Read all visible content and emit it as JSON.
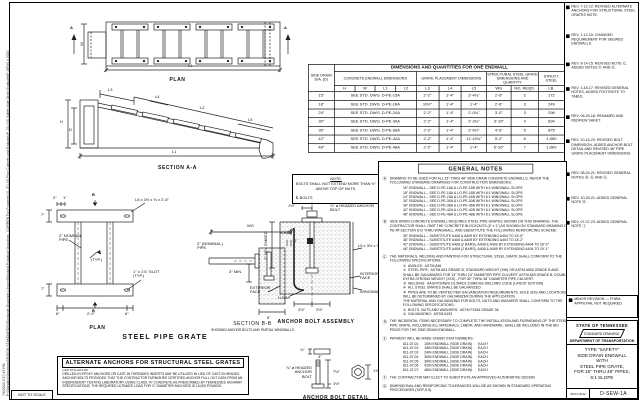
{
  "sheet": {
    "scale_note": "NOT TO SCALE",
    "margin_text_line1": "7/6/2023  2:57:49 PM",
    "margin_text_line2": "P:\\Standard Drawings\\DESIGN STANDARDS\\Standards Drawings Library\\Standard Roadway Drawings - CURRENT\\In Progress\\10-151-00 Pipe Culverts and Endwalls\\P-151 GS Safety Side Drain Endwalls\\P-SEW1a 2020"
  },
  "views": {
    "plan": {
      "caption": "PLAN",
      "section_letter": "A",
      "dims": {
        "w": "W",
        "l1": "L1"
      }
    },
    "section_aa": {
      "caption": "SECTION A-A",
      "dims": {
        "l3": "L3",
        "l4": "L4",
        "l2": "L2",
        "l5": "L5",
        "h": "H",
        "d": "D",
        "l1": "L1"
      }
    },
    "note_box": {
      "title": "NOTE:",
      "body": "BOLTS SHALL NOT EXTEND MORE THAN ½\" ABOVE TOP OF NUTS."
    },
    "grate_plan": {
      "caption": "PLAN",
      "section_letter": "B",
      "dims": {
        "d2": "2\"",
        "d1": "1\"",
        "angle": "L5 x 3½ x ⅜ x 2'-6\"",
        "pipe": "2\" NOMINAL PIPE",
        "slot": "1\" x 1⅞\" SLOT (TYP.)",
        "weld": "(TYP.)",
        "d7a": "7\"",
        "d7b": "7\"",
        "d6a": "6\"",
        "d20": "2'-0\"",
        "d6b": "6\""
      }
    },
    "section_bb": {
      "caption": "SECTION B-B",
      "subcaption": "SHOWING ANCHOR BOLTS AND PARTIAL WINGWALLS",
      "dims": {
        "wg": "WG",
        "d1": "1\"",
        "pipe": "2\" (NOMINAL) PIPE",
        "min3": "3\" MIN.",
        "d6": "6\""
      }
    },
    "steel_pipe_grate_title": "STEEL PIPE GRATE",
    "anchor_assembly": {
      "caption": "ANCHOR BOLT ASSEMBLY",
      "labels": {
        "cl_bolts": "℄ BOLTS",
        "bolt": "⅞\" ø HEADED ANCHOR BOLT",
        "d15": "1½\"",
        "embed": "2\" MIN. EMBED",
        "abar": "A-BAR",
        "angle": "L5 x 3½ x ⅜",
        "ext": "EXTERIOR FACE",
        "int": "INTERIOR FACE",
        "wall": "WINGWALL",
        "hbar": "H-BAR",
        "d25a": "2½\"",
        "d25b": "2½\""
      }
    },
    "anchor_detail": {
      "caption": "ANCHOR BOLT DETAIL",
      "labels": {
        "d34": "¾\"",
        "d3": "3\"",
        "bolt": "⅞\" ø HEADED ANCHOR BOLT",
        "d75": "7½\"",
        "d15": "1½\"",
        "d138": "1⅜\""
      }
    }
  },
  "table": {
    "title": "DIMENSIONS AND QUANTITIES FOR ONE ENDWALL",
    "col_dia": "SIDE DRAIN DIA. (D)",
    "grp_concrete": "CONCRETE ENDWALL DIMENSIONS",
    "grp_grate": "GRATE PLACEMENT DIMENSIONS",
    "grp_steel": "STRUCTURAL STEEL GRATE DIMENSIONS AND QUANTITY",
    "grp_struct": "STRUCT. STEEL",
    "sub_headers": [
      "H",
      "W",
      "L1",
      "L2",
      "L3",
      "L4",
      "L5",
      "WG",
      "NO. REQD.",
      "LB."
    ],
    "rows": [
      {
        "dia": "15\"",
        "concrete": "SEE STD. DWG. D-PE-15A",
        "l3": "2'-2\"",
        "l4": "1'-4\"",
        "l5": "2'-4¾\"",
        "wg": "2'-6\"",
        "no": "2",
        "lb": "172"
      },
      {
        "dia": "18\"",
        "concrete": "SEE STD. DWG. D-PE-18A",
        "l3": "10½\"",
        "l4": "1'-4\"",
        "l5": "1'-4\"",
        "wg": "2'-6\"",
        "no": "3",
        "lb": "249"
      },
      {
        "dia": "24\"",
        "concrete": "SEE STD. DWG. D-PE-24A",
        "l3": "2'-2\"",
        "l4": "1'-4\"",
        "l5": "2'-0¾\"",
        "wg": "3'-0\"",
        "no": "3",
        "lb": "296"
      },
      {
        "dia": "30\"",
        "concrete": "SEE STD. DWG. D-PE-30A",
        "l3": "2'-2\"",
        "l4": "1'-4\"",
        "l5": "2'-3¾\"",
        "wg": "3'-10\"",
        "no": "4",
        "lb": "694"
      },
      {
        "dia": "36\"",
        "concrete": "SEE STD. DWG. D-PE-36A",
        "l3": "2'-2\"",
        "l4": "1'-4\"",
        "l5": "2'-6½\"",
        "wg": "4'-6\"",
        "no": "5",
        "lb": "875"
      },
      {
        "dia": "42\"",
        "concrete": "SEE STD. DWG. D-PE-42A",
        "l3": "2'-2\"",
        "l4": "1'-4\"",
        "l5": "11'-10¾\"",
        "wg": "5'-2\"",
        "no": "6",
        "lb": "1,050"
      },
      {
        "dia": "48\"",
        "concrete": "SEE STD. DWG. D-PE-48A",
        "l3": "2'-2\"",
        "l4": "1'-4\"",
        "l5": "1'-4\"",
        "wg": "5'-10\"",
        "no": "7",
        "lb": "1,069"
      }
    ]
  },
  "general_notes": {
    "title": "GENERAL NOTES",
    "notes": [
      {
        "letter": "Ⓐ",
        "text": "DRAWING TO BE USED FOR ALL 15\" THRU 48\" SIDE DRAIN CONCRETE ENDWALLS. REFER THE FOLLOWING STANDARD DRAWINGS FOR CONSTRUCTION DIMENSIONS:",
        "sub": [
          "15\" ENDWALL – SEE D-PE-15A & LO-PE-15B WITH 6:1 WINGWALL SLOPE",
          "18\" ENDWALL – SEE D-PE-18A & LO-PE-18B WITH 6:1 WINGWALL SLOPE",
          "24\" ENDWALL – SEE D-PE-24A & LO-PE-24B WITH 6:1 WINGWALL SLOPE",
          "30\" ENDWALL – SEE D-PE-30A & LO-PE-30B WITH 6:1 WINGWALL SLOPE",
          "36\" ENDWALL – SEE D-PE-36A & LO-PE-36B WITH 6:1 WINGWALL SLOPE",
          "42\" ENDWALL – SEE D-PE-42A & LO-PE-42B WITH 6:1 WINGWALL SLOPE",
          "48\" ENDWALL – SEE D-PE-48A & LO-PE-48B WITH 6:1 WINGWALL SLOPE"
        ]
      },
      {
        "letter": "Ⓑ",
        "text": "SIDE DRAIN CONCRETE ENDWALL REQUIRES STEEL PIPE GRATES SHOWN ON THIS DRAWING. THE CONTRACTOR SHALL OMIT THE CONCRETE BLOCKOUTS (4\" x 1\") AS SHOWN ON STANDARD DRAWING D-PE-## SECTION D-D THRU WINGWALL, AND SUBSTITUTE THE FOLLOWING REINFORCING SCHEME:",
        "sub": [
          "30\" ENDWALL – SUBSTITUTE A408 & A409 BY EXTENDING A404 TO 15'-0\"",
          "36\" ENDWALL – SUBSTITUTE A408 & A409 BY EXTENDING A404 TO 18'-2\"",
          "42\" ENDWALL – SUBSTITUTE A408 (2 BARS), A408 & A409 BY EXTENDING A404 TO 26'-0\"",
          "48\" ENDWALL – SUBSTITUTE A408 (2 BARS), A408 & A409 BY EXTENDING A404 TO 29'-1\""
        ]
      },
      {
        "letter": "Ⓒ",
        "text": "THE MATERIALS, WELDING AND PAINTING FOR STRUCTURAL STEEL GRATE SHALL CONFORM TO THE FOLLOWING SPECIFICATIONS:",
        "sub": [
          "①  ANGLES:  ASTM A36",
          "②  STEEL PIPE:  ASTM A53 GRADE B, STANDARD WEIGHT (SW) OR ASTM A500 GRADE B AND SHALL BE GALVANIZED FOR 15\" THRU 24\" DIAMETER PIPE CULVERT. ASTM A53 GRADE B, DOUBLE EXTRA STRONG WEIGHT (XXS) - FOR 30\" THRU 48\" DIAMETER PIPE CULVERT.",
          "③  WELDING:  AASHTO/AWS D1.5M/D1.5 BRIDGE WELDING CODE (LATEST EDITION)",
          "④  ALL STEEL GRATES SHALL BE GALVANIZED.",
          "⑤  PIPES ARE TO BE VENTED PER GALVANIZATION REQUIREMENTS. HOLE SIZE AND LOCATIONS WILL BE DETERMINED BY GALVANIZER DURING THE APPLICATION.",
          "THE MATERIAL AND GALVANIZING FOR BOLTS, NUTS AND WASHERS SHALL CONFORM TO THE FOLLOWING SPECIFICATIONS:",
          "①  BOLTS, NUTS AND WASHERS:  ASTM F1554 GRADE 36",
          "②  GALVANIZING:  ASTM A153"
        ]
      },
      {
        "letter": "Ⓓ",
        "text": "THE INCIDENTAL ITEMS NECESSARY TO COMPLETE THE INSTALLATION AND FURNISHING OF THE STEEL PIPE GRATE, INCLUDING ALL MATERIALS, LABOR, AND HARDWARE, SHALL BE INCLUDED IN THE BID PRICE FOR THE SIDE DRAIN ENDWALL.",
        "sub": []
      },
      {
        "letter": "Ⓔ",
        "text": "PAYMENT WILL BE MADE UNDER ITEM NUMBERS:",
        "sub": [
          "611-07.01      15IN ENDWALL (SIDE DRAIN)      EACH",
          "611-07.02      18IN ENDWALL (SIDE DRAIN)      EACH",
          "611-07.03      24IN ENDWALL (SIDE DRAIN)      EACH",
          "611-07.04      30IN ENDWALL (SIDE DRAIN)      EACH",
          "611-07.05      36IN ENDWALL (SIDE DRAIN)      EACH",
          "611-07.06      42IN ENDWALL (SIDE DRAIN)      EACH",
          "611-07.07      48IN ENDWALL (SIDE DRAIN)      EACH"
        ]
      },
      {
        "letter": "Ⓕ",
        "text": "THE CONTRACTOR MAY ELECT TO SUBSTITUTE AN APPROVED ALTERNATIVE DESIGN",
        "sub": []
      },
      {
        "letter": "Ⓖ",
        "text": "DIMENSIONAL AND REINFORCING TOLERANCES WILL BE AS SHOWN IN STANDARD OPERATING PROCEDURES (SOP-5-5).",
        "sub": []
      }
    ]
  },
  "alternate_anchors": {
    "title": "ALTERNATE ANCHORS FOR STRUCTURAL STEEL GRATES",
    "body": "CERTIFICATION:\nDRILLED-IN EPOXY ANCHORS OR CAST-IN THREADED INSERTS MAY BE UTILIZED IN LIEU OF CAST-IN HEADED ANCHOR BOLTS PROVIDED THAT THE CONTRACTOR FURNISHES CERTIFIED ANCHOR PULL OUT DATA FROM AN INDEPENDENT TESTING LABORATORY USING CLASS \"A\" CONCRETE AS PRESCRIBED BY TENNESSEE HIGHWAY SPECIFICATIONS.  THE REQUIRED ULTIMATE LOAD FOR ⅞\" DIAMETER ANCHORS IS 15,000 POUNDS."
  },
  "revisions": [
    "REV. 7-12-12: REVISED ALTERNATE ANCHORS FOR STRUCTURAL STEEL GRATES NOTE.",
    "REV. 1-12-15: CHANGED REQUIREMENT FOR SKEWED ENDWALLS.",
    "REV. 8-14-15: REVISED NOTE Ⓒ, ADDED NOTES Ⓕ AND Ⓖ.",
    "REV. 3-18-17: REVISED GENERAL NOTES, ADDED FOOTNOTE TO TABLE.",
    "REV. 06-29-18: RENAMED AND REDREW SHEET.",
    "REV. 10-16-20: REVISED BOLT DIMENSION, ADDED ANCHOR BOLT DETAIL AND REVISED 48\" PIPE GRATE PLACEMENT DIMENSIONS.",
    "REV. 08-04-21: REVISED GENERAL NOTES Ⓓ, Ⓔ AND Ⓖ.",
    "REV. 10-29-21: ADDED GENERAL NOTE Ⓗ",
    "REV. 07-07-23: ADDED GENERAL NOTE Ⓘ"
  ],
  "approval": {
    "text": "MINOR REVISION — FHWA APPROVAL NOT REQUIRED."
  },
  "title_block": {
    "state": "STATE OF TENNESSEE",
    "stamp": "STANDARD DRAWING",
    "department": "DEPARTMENT OF TRANSPORTATION",
    "title_lines": "TYPE \"SAFETY\"\nSIDE DRAIN ENDWALL\nWITH\nSTEEL PIPE GRATE,\nFOR 15\" THRU 48\" PIPES,\n6:1 SLOPE",
    "date": "08-01-2012",
    "number": "D-SEW-1A"
  }
}
